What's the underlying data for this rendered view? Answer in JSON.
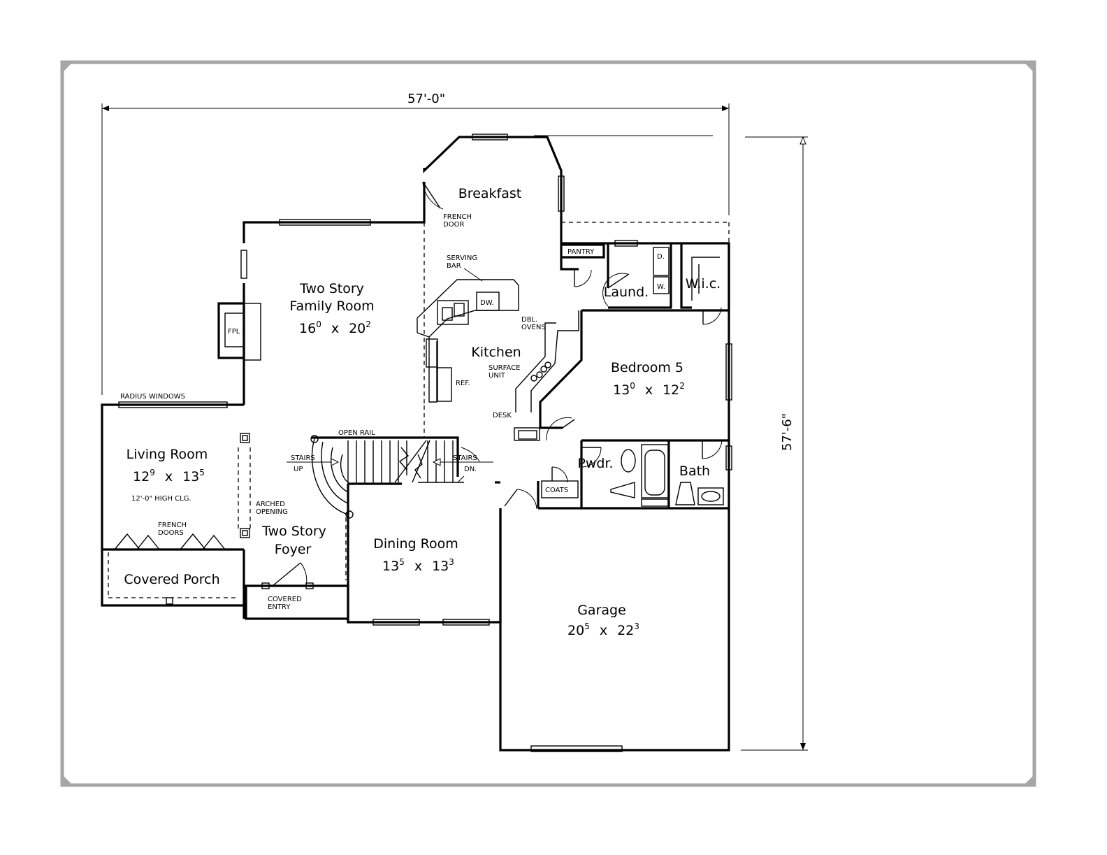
{
  "dimensions": {
    "width": "57'-0\"",
    "depth": "57'-6\""
  },
  "rooms": {
    "breakfast": {
      "name": "Breakfast"
    },
    "family": {
      "line1": "Two Story",
      "line2": "Family Room",
      "size_a": "16",
      "sup_a": "0",
      "size_x": "x",
      "size_b": "20",
      "sup_b": "2"
    },
    "kitchen": {
      "name": "Kitchen"
    },
    "laundry": {
      "name": "Laund."
    },
    "wic": {
      "name": "W.i.c."
    },
    "bedroom5": {
      "name": "Bedroom 5",
      "size_a": "13",
      "sup_a": "0",
      "size_x": "x",
      "size_b": "12",
      "sup_b": "2"
    },
    "living": {
      "name": "Living Room",
      "size_a": "12",
      "sup_a": "9",
      "size_x": "x",
      "size_b": "13",
      "sup_b": "5",
      "ceiling": "12'-0\" HIGH CLG."
    },
    "pwdr": {
      "name": "Pwdr."
    },
    "bath": {
      "name": "Bath"
    },
    "foyer": {
      "line1": "Two Story",
      "line2": "Foyer"
    },
    "dining": {
      "name": "Dining Room",
      "size_a": "13",
      "sup_a": "5",
      "size_x": "x",
      "size_b": "13",
      "sup_b": "3"
    },
    "porch": {
      "name": "Covered Porch"
    },
    "garage": {
      "name": "Garage",
      "size_a": "20",
      "sup_a": "5",
      "size_x": "x",
      "size_b": "22",
      "sup_b": "3"
    }
  },
  "notes": {
    "french_door_1": "FRENCH",
    "french_door_2": "DOOR",
    "serving_bar_1": "SERVING",
    "serving_bar_2": "BAR",
    "pantry": "PANTRY",
    "dryer": "D.",
    "washer": "W.",
    "dw": "DW.",
    "dbl_ovens_1": "DBL.",
    "dbl_ovens_2": "OVENS",
    "surface_unit_1": "SURFACE",
    "surface_unit_2": "UNIT",
    "ref": "REF.",
    "desk": "DESK",
    "fpl": "FPL",
    "radius_windows": "RADIUS WINDOWS",
    "open_rail": "OPEN RAIL",
    "stairs_up_1": "STAIRS",
    "stairs_up_2": "UP",
    "stairs_dn_1": "STAIRS",
    "stairs_dn_2": "DN.",
    "arched_opening_1": "ARCHED",
    "arched_opening_2": "OPENING",
    "french_doors_1": "FRENCH",
    "french_doors_2": "DOORS",
    "coats": "COATS",
    "covered_entry_1": "COVERED",
    "covered_entry_2": "ENTRY"
  }
}
